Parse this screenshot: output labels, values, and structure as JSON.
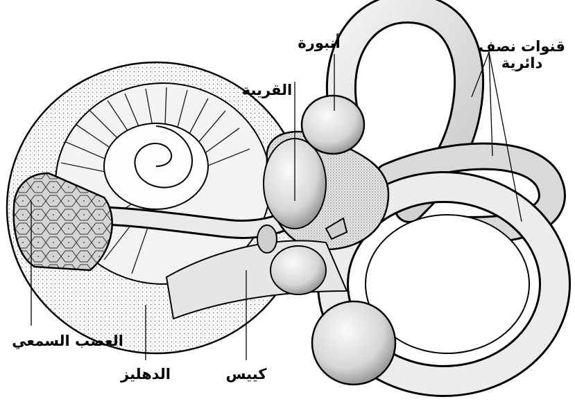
{
  "labels": {
    "semicircular_canals_line1": "قنوات نصف",
    "semicircular_canals_line2": "دائرية",
    "ampulla": "أنبورة",
    "utricle": "القريبة",
    "auditory_nerve": "العصب السمعي",
    "cochlea": "الدهليز",
    "saccule": "كييس"
  },
  "colors": {
    "ink": "#000000",
    "fill_light": "#f1f1f1",
    "fill_mid": "#dcdcdc",
    "fill_dark": "#bdbdbd"
  }
}
